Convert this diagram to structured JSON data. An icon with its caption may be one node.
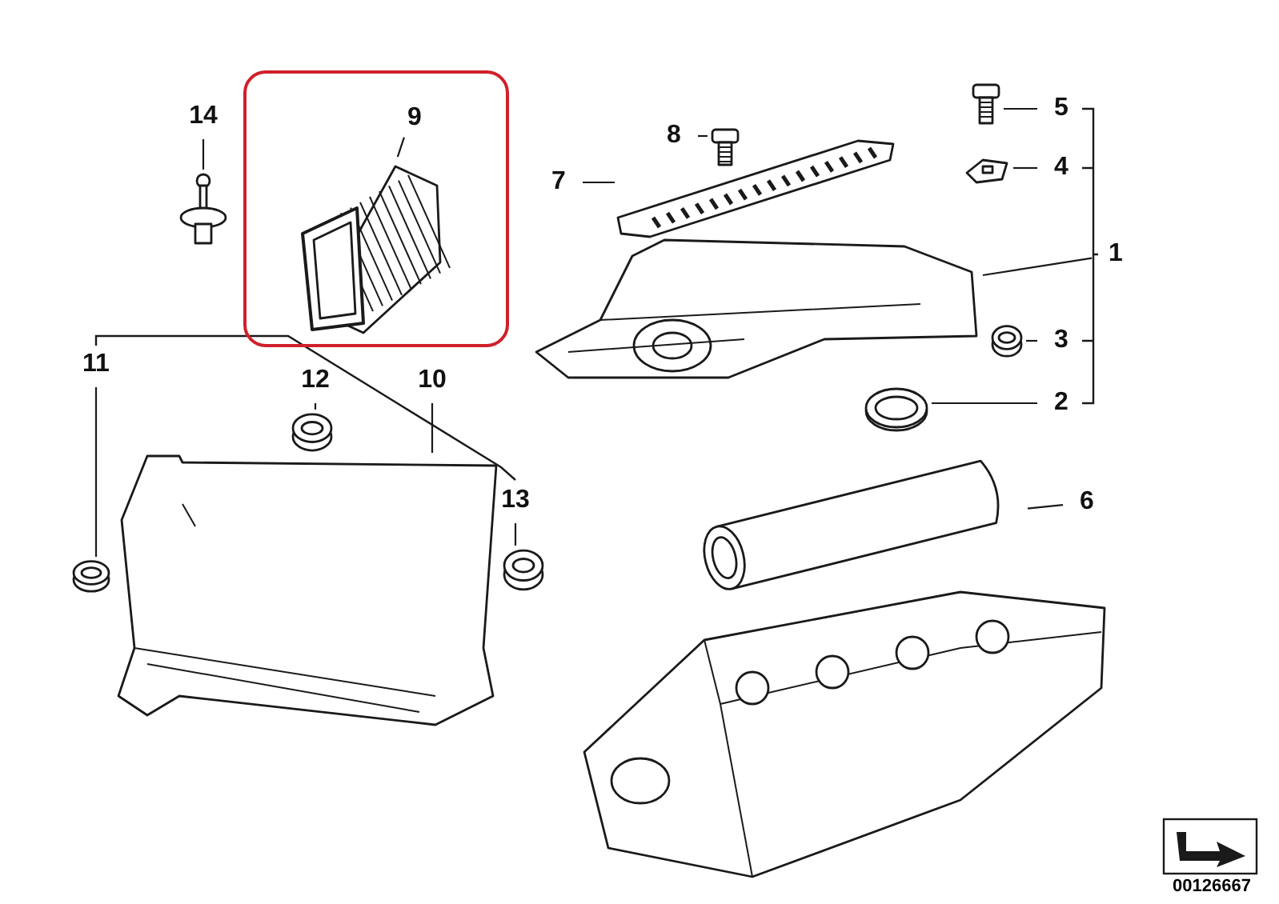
{
  "diagram": {
    "nodes": [
      {
        "text": [],
        "shape": "box"
      },
      {
        "text": [
          "9"
        ],
        "in": 0
      },
      {
        "text": [],
        "shape": "picture",
        "in": 0
      },
      {
        "text": [
          "14"
        ]
      },
      {
        "text": [],
        "shape": "picture"
      },
      {
        "text": [
          "8"
        ]
      },
      {
        "text": [],
        "shape": "picture"
      },
      {
        "text": [
          "7"
        ]
      },
      {
        "text": [],
        "shape": "picture"
      },
      {
        "text": [
          "5"
        ]
      },
      {
        "text": [],
        "shape": "picture"
      },
      {
        "text": [
          "4"
        ]
      },
      {
        "text": [],
        "shape": "picture"
      },
      {
        "text": [
          "1"
        ]
      },
      {
        "text": [],
        "shape": "picture"
      },
      {
        "text": [
          "3"
        ]
      },
      {
        "text": [],
        "shape": "picture"
      },
      {
        "text": [
          "2"
        ]
      },
      {
        "text": [],
        "shape": "picture"
      },
      {
        "text": [
          "11"
        ]
      },
      {
        "text": [
          "12"
        ]
      },
      {
        "text": [
          "10"
        ]
      },
      {
        "text": [
          "13"
        ]
      },
      {
        "text": [],
        "shape": "picture"
      },
      {
        "text": [],
        "shape": "picture"
      },
      {
        "text": [],
        "shape": "picture"
      },
      {
        "text": [],
        "shape": "picture"
      },
      {
        "text": [
          "6"
        ]
      },
      {
        "text": [],
        "shape": "picture"
      }
    ],
    "edges": [
      {
        "from": 1,
        "to": 2,
        "arrow": "none"
      },
      {
        "from": 3,
        "to": 4,
        "arrow": "none"
      },
      {
        "from": 5,
        "to": 6,
        "arrow": "none"
      },
      {
        "from": 7,
        "to": 8,
        "arrow": "none"
      },
      {
        "from": 9,
        "to": 10,
        "arrow": "none"
      },
      {
        "from": 11,
        "to": 12,
        "arrow": "none"
      },
      {
        "from": 13,
        "to": 14,
        "arrow": "none"
      },
      {
        "from": 15,
        "to": 16,
        "arrow": "none"
      },
      {
        "from": 17,
        "to": 18,
        "arrow": "none"
      },
      {
        "from": 19,
        "to": 26,
        "arrow": "none"
      },
      {
        "from": 20,
        "to": 24,
        "arrow": "none"
      },
      {
        "from": 21,
        "to": 23,
        "arrow": "none"
      },
      {
        "from": 22,
        "to": 25,
        "arrow": "none"
      },
      {
        "from": 27,
        "to": 28,
        "arrow": "none"
      }
    ],
    "labels": [
      "00126667"
    ]
  }
}
